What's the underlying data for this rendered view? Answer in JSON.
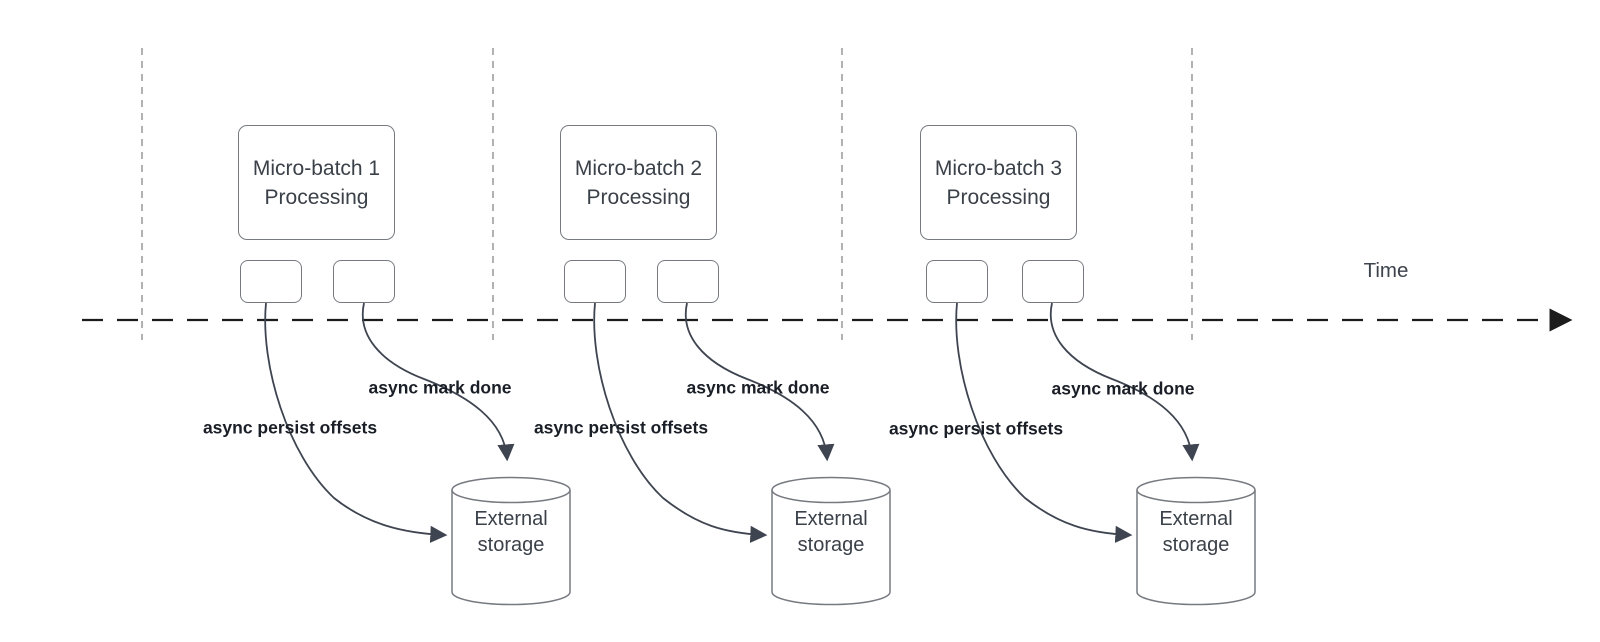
{
  "diagram": {
    "time_axis": {
      "label": "Time"
    },
    "batches": [
      {
        "box_lines": [
          "Micro-batch 1",
          "Processing"
        ],
        "persist_arrow_label": "async persist offsets",
        "mark_done_arrow_label": "async mark done",
        "storage_label": "External storage"
      },
      {
        "box_lines": [
          "Micro-batch 2",
          "Processing"
        ],
        "persist_arrow_label": "async persist offsets",
        "mark_done_arrow_label": "async mark done",
        "storage_label": "External storage"
      },
      {
        "box_lines": [
          "Micro-batch 3",
          "Processing"
        ],
        "persist_arrow_label": "async persist offsets",
        "mark_done_arrow_label": "async mark done",
        "storage_label": "External storage"
      }
    ],
    "colors": {
      "background": "#ffffff",
      "shape_border": "#767a80",
      "shape_text": "#3b4149",
      "arrow_label_text": "#1a1e26",
      "curve_stroke": "#3e4450",
      "time_axis_stroke": "#1c1c1c",
      "guide_line_stroke": "#9e9e9e"
    }
  }
}
